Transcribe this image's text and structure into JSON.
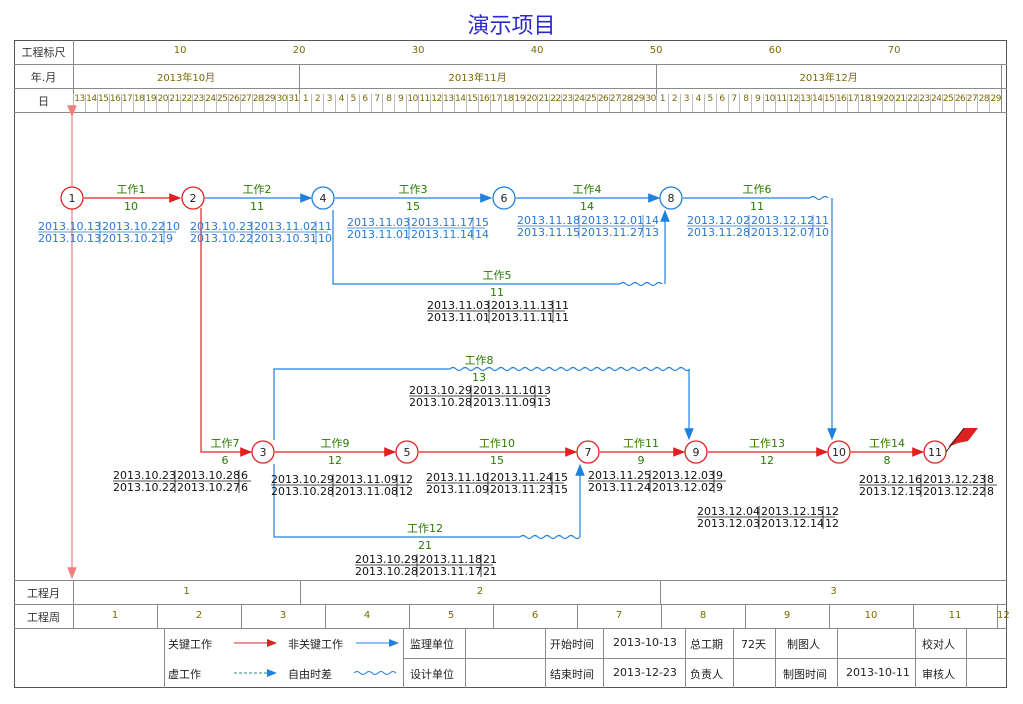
{
  "title": "演示项目",
  "header": {
    "scale_label": "工程标尺",
    "yearmonth_label": "年.月",
    "day_label": "日",
    "scale_ticks": [
      "10",
      "20",
      "30",
      "40",
      "50",
      "60",
      "70"
    ],
    "months": [
      "2013年10月",
      "2013年11月",
      "2013年12月"
    ],
    "days": [
      "13",
      "14",
      "15",
      "16",
      "17",
      "18",
      "19",
      "20",
      "21",
      "22",
      "23",
      "24",
      "25",
      "26",
      "27",
      "28",
      "29",
      "30",
      "31",
      "1",
      "2",
      "3",
      "4",
      "5",
      "6",
      "7",
      "8",
      "9",
      "10",
      "11",
      "12",
      "13",
      "14",
      "15",
      "16",
      "17",
      "18",
      "19",
      "20",
      "21",
      "22",
      "23",
      "24",
      "25",
      "26",
      "27",
      "28",
      "29",
      "30",
      "1",
      "2",
      "3",
      "4",
      "5",
      "6",
      "7",
      "8",
      "9",
      "10",
      "11",
      "12",
      "13",
      "14",
      "15",
      "16",
      "17",
      "18",
      "19",
      "20",
      "21",
      "22",
      "23",
      "24",
      "25",
      "26",
      "27",
      "28",
      "29"
    ]
  },
  "footer_scale": {
    "month_label": "工程月",
    "week_label": "工程周",
    "months": [
      "1",
      "2",
      "3"
    ],
    "weeks": [
      "1",
      "2",
      "3",
      "4",
      "5",
      "6",
      "7",
      "8",
      "9",
      "10",
      "11",
      "12"
    ]
  },
  "colors": {
    "critical": "#e02020",
    "noncritical": "#2080e0",
    "text_green": "#2a7a00",
    "text_blue": "#2a78d0"
  },
  "nodes": [
    "1",
    "2",
    "3",
    "4",
    "5",
    "6",
    "7",
    "8",
    "9",
    "10",
    "11"
  ],
  "activities": [
    {
      "name": "工作1",
      "dur": "10",
      "es": "2013.10.13",
      "ef": "2013.10.22",
      "tf": "10",
      "ls": "2013.10.13",
      "lf": "2013.10.21",
      "ff": "9"
    },
    {
      "name": "工作2",
      "dur": "11",
      "es": "2013.10.23",
      "ef": "2013.11.02",
      "tf": "11",
      "ls": "2013.10.22",
      "lf": "2013.10.31",
      "ff": "10"
    },
    {
      "name": "工作3",
      "dur": "15",
      "es": "2013.11.03",
      "ef": "2013.11.17",
      "tf": "15",
      "ls": "2013.11.01",
      "lf": "2013.11.14",
      "ff": "14"
    },
    {
      "name": "工作4",
      "dur": "14",
      "es": "2013.11.18",
      "ef": "2013.12.01",
      "tf": "14",
      "ls": "2013.11.15",
      "lf": "2013.11.27",
      "ff": "13"
    },
    {
      "name": "工作6",
      "dur": "11",
      "es": "2013.12.02",
      "ef": "2013.12.12",
      "tf": "11",
      "ls": "2013.11.28",
      "lf": "2013.12.07",
      "ff": "10"
    },
    {
      "name": "工作5",
      "dur": "11",
      "es": "2013.11.03",
      "ef": "2013.11.13",
      "tf": "11",
      "ls": "2013.11.01",
      "lf": "2013.11.11",
      "ff": "11"
    },
    {
      "name": "工作8",
      "dur": "13",
      "es": "2013.10.29",
      "ef": "2013.11.10",
      "tf": "13",
      "ls": "2013.10.28",
      "lf": "2013.11.09",
      "ff": "13"
    },
    {
      "name": "工作7",
      "dur": "6",
      "es": "2013.10.23",
      "ef": "2013.10.28",
      "tf": "6",
      "ls": "2013.10.22",
      "lf": "2013.10.27",
      "ff": "6"
    },
    {
      "name": "工作9",
      "dur": "12",
      "es": "2013.10.29",
      "ef": "2013.11.09",
      "tf": "12",
      "ls": "2013.10.28",
      "lf": "2013.11.08",
      "ff": "12"
    },
    {
      "name": "工作10",
      "dur": "15",
      "es": "2013.11.10",
      "ef": "2013.11.24",
      "tf": "15",
      "ls": "2013.11.09",
      "lf": "2013.11.23",
      "ff": "15"
    },
    {
      "name": "工作11",
      "dur": "9",
      "es": "2013.11.25",
      "ef": "2013.12.03",
      "tf": "9",
      "ls": "2013.11.24",
      "lf": "2013.12.02",
      "ff": "9"
    },
    {
      "name": "工作13",
      "dur": "12",
      "es": "2013.12.04",
      "ef": "2013.12.15",
      "tf": "12",
      "ls": "2013.12.03",
      "lf": "2013.12.14",
      "ff": "12"
    },
    {
      "name": "工作14",
      "dur": "8",
      "es": "2013.12.16",
      "ef": "2013.12.23",
      "tf": "8",
      "ls": "2013.12.15",
      "lf": "2013.12.22",
      "ff": "8"
    },
    {
      "name": "工作12",
      "dur": "21",
      "es": "2013.10.29",
      "ef": "2013.11.18",
      "tf": "21",
      "ls": "2013.10.28",
      "lf": "2013.11.17",
      "ff": "21"
    }
  ],
  "legend": {
    "critical": "关键工作",
    "noncritical": "非关键工作",
    "dummy": "虚工作",
    "free_float": "自由时差",
    "supervisor": "监理单位",
    "designer": "设计单位",
    "start_label": "开始时间",
    "start_value": "2013-10-13",
    "end_label": "结束时间",
    "end_value": "2013-12-23",
    "duration_label": "总工期",
    "duration_value": "72天",
    "owner_label": "负责人",
    "drawer_label": "制图人",
    "draw_time_label": "制图时间",
    "draw_time_value": "2013-10-11",
    "checker_label": "校对人",
    "reviewer_label": "审核人"
  }
}
